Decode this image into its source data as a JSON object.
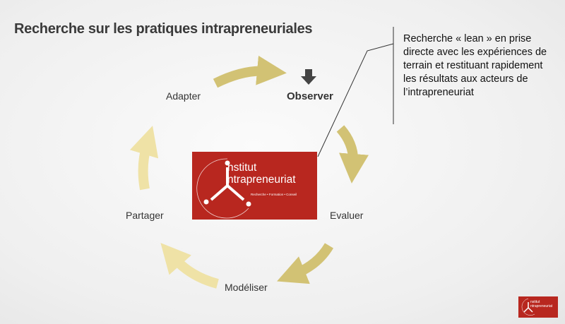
{
  "title": "Recherche sur les pratiques intrapreneuriales",
  "callout": "Recherche « lean » en prise directe avec les expériences de terrain et restituant rapidement les résultats aux acteurs de l’intrapreneuriat",
  "cycle": {
    "observer": "Observer",
    "evaluer": "Evaluer",
    "modeliser": "Modéliser",
    "partager": "Partager",
    "adapter": "Adapter"
  },
  "logo": {
    "line1": "nstitut",
    "line2": "ntrapreneuriat",
    "tagline": "Recherche • Formation • Conseil"
  },
  "colors": {
    "logo_red": "#b8271f",
    "arrow_dark": "#d2c274",
    "arrow_light": "#efe2a6"
  }
}
